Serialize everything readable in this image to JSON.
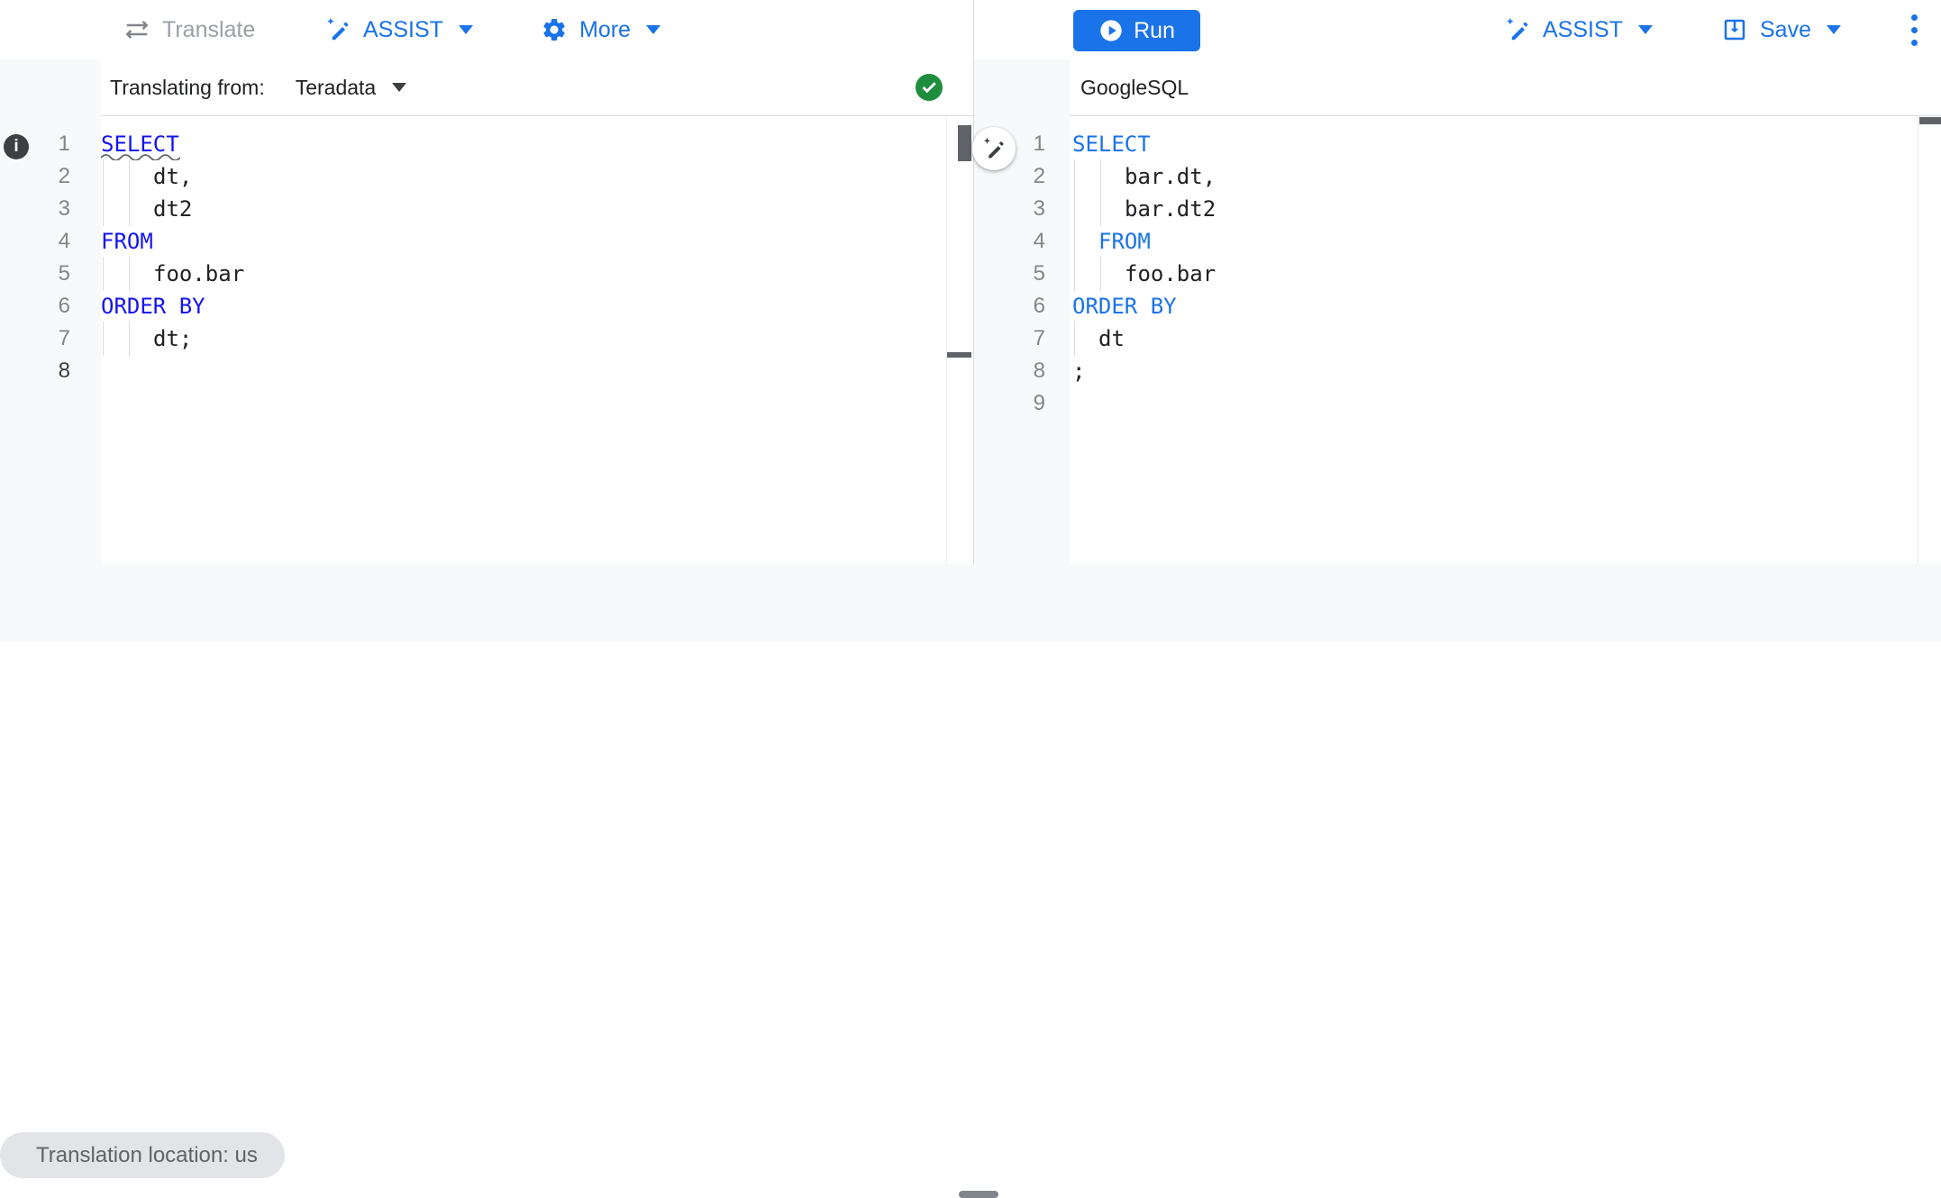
{
  "toolbar": {
    "left": {
      "translate": "Translate",
      "assist": "ASSIST",
      "more": "More"
    },
    "right": {
      "run": "Run",
      "assist": "ASSIST",
      "save": "Save"
    }
  },
  "source_pane": {
    "header_prefix": "Translating from:",
    "dialect": "Teradata",
    "lines": {
      "l1": {
        "n": "1",
        "text": "SELECT"
      },
      "l2": {
        "n": "2",
        "text": "dt,"
      },
      "l3": {
        "n": "3",
        "text": "dt2"
      },
      "l4": {
        "n": "4",
        "text": "FROM"
      },
      "l5": {
        "n": "5",
        "text": "foo.bar"
      },
      "l6": {
        "n": "6",
        "text": "ORDER BY"
      },
      "l7": {
        "n": "7",
        "text": "dt;"
      },
      "l8": {
        "n": "8",
        "text": ""
      }
    }
  },
  "target_pane": {
    "header": "GoogleSQL",
    "lines": {
      "l1": {
        "n": "1",
        "text": "SELECT"
      },
      "l2": {
        "n": "2",
        "text": "bar.dt,"
      },
      "l3": {
        "n": "3",
        "text": "bar.dt2"
      },
      "l4": {
        "n": "4",
        "text": "FROM"
      },
      "l5": {
        "n": "5",
        "text": "foo.bar"
      },
      "l6": {
        "n": "6",
        "text": "ORDER BY"
      },
      "l7": {
        "n": "7",
        "text": "dt"
      },
      "l8": {
        "n": "8",
        "text": ";"
      },
      "l9": {
        "n": "9",
        "text": ""
      }
    }
  },
  "status_chip": {
    "label": "Translation location: us"
  },
  "info_badge": {
    "glyph": "i"
  },
  "icons": {
    "translate": "swap-horizontal-arrows",
    "assist": "sparkle-pen",
    "more": "gear",
    "run": "play-circle",
    "save": "save-box-arrow",
    "overflow": "kebab-vertical-dots",
    "validation": "check-circle",
    "edit_fab": "sparkle-pen"
  },
  "colors": {
    "accent_blue": "#1a73e8",
    "keyword_source": "#1414f0",
    "keyword_target": "#1a73e8",
    "success_green": "#1e8e3e",
    "code_text": "#202124",
    "line_number": "#80868b",
    "disabled_gray": "#9aa0a6",
    "gutter_bg": "#f8f9fa",
    "chip_bg": "#e3e4e7",
    "scrollbar": "#5f6368"
  }
}
